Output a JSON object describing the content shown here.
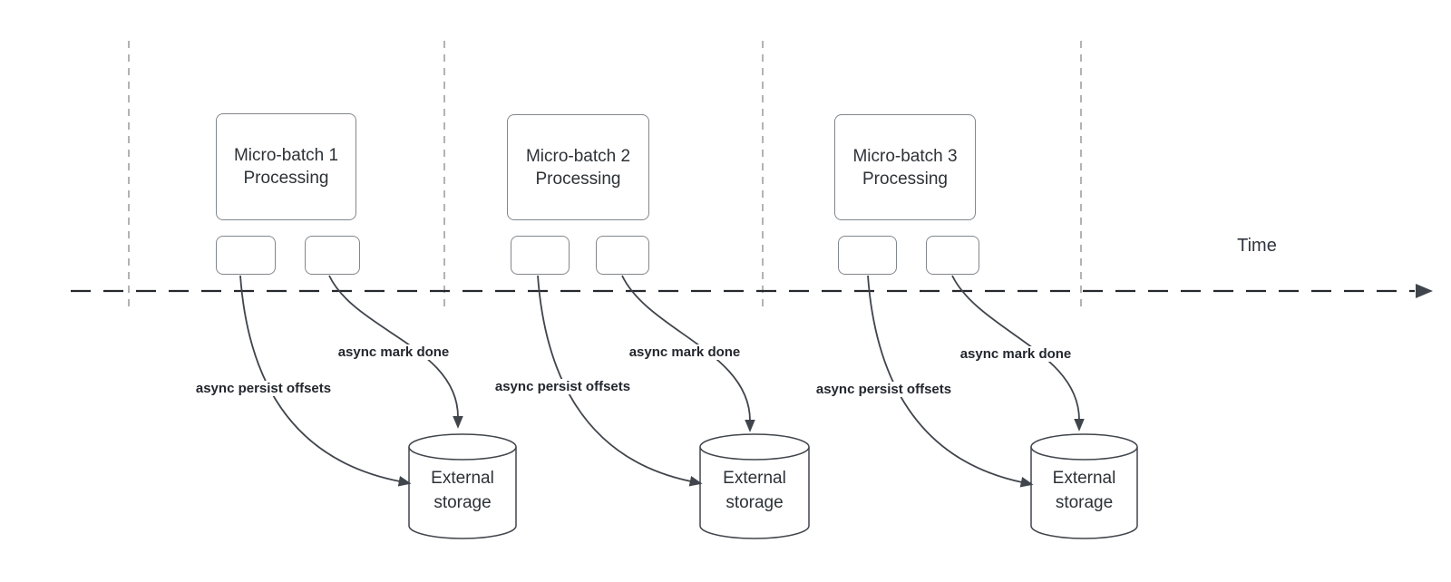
{
  "diagram": {
    "time_axis_label": "Time",
    "sections": [
      {
        "batch_box": {
          "line1": "Micro-batch 1",
          "line2": "Processing"
        },
        "persist_arrow_label": "async persist offsets",
        "done_arrow_label": "async mark done",
        "storage": {
          "line1": "External",
          "line2": "storage"
        }
      },
      {
        "batch_box": {
          "line1": "Micro-batch 2",
          "line2": "Processing"
        },
        "persist_arrow_label": "async persist offsets",
        "done_arrow_label": "async mark done",
        "storage": {
          "line1": "External",
          "line2": "storage"
        }
      },
      {
        "batch_box": {
          "line1": "Micro-batch 3",
          "line2": "Processing"
        },
        "persist_arrow_label": "async persist offsets",
        "done_arrow_label": "async mark done",
        "storage": {
          "line1": "External",
          "line2": "storage"
        }
      }
    ],
    "colors": {
      "timeline": "#24272c",
      "guide_lines": "#b3b3b3",
      "shape_border": "#82878c",
      "arrow_stroke": "#40454c",
      "text": "#2d3237",
      "label_text": "#23272e",
      "background": "#ffffff"
    }
  }
}
